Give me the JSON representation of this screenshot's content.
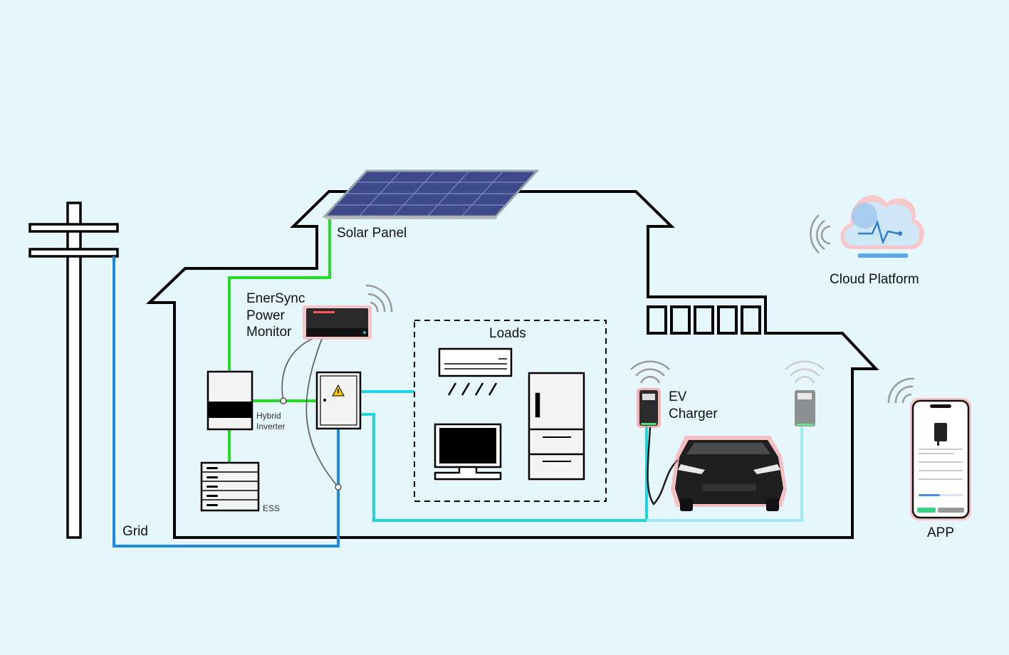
{
  "labels": {
    "solar_panel": "Solar Panel",
    "power_monitor": [
      "EnerSync",
      "Power",
      "Monitor"
    ],
    "hybrid_inverter": [
      "Hybrid",
      "Inverter"
    ],
    "ess": "ESS",
    "loads": "Loads",
    "ev_charger": [
      "EV",
      "Charger"
    ],
    "cloud_platform": "Cloud Platform",
    "grid": "Grid",
    "app": "APP"
  },
  "colors": {
    "background": "#e6f6fd",
    "house_outline": "#000000",
    "solar_line": "#22dd22",
    "grid_line": "#1f8ae0",
    "load_line": "#1fd6e0",
    "ev_line_light": "#9eeaf2",
    "wireless_waves": "#9a9a9a",
    "device_glow": "#ff6b6b"
  },
  "icons": [
    "utility-pole-icon",
    "solar-panel-icon",
    "power-monitor-icon",
    "hybrid-inverter-icon",
    "ess-battery-icon",
    "distribution-box-icon",
    "air-conditioner-icon",
    "refrigerator-icon",
    "tv-monitor-icon",
    "ev-charger-icon",
    "electric-car-icon",
    "cloud-icon",
    "smartphone-icon",
    "wifi-waves-icon"
  ]
}
